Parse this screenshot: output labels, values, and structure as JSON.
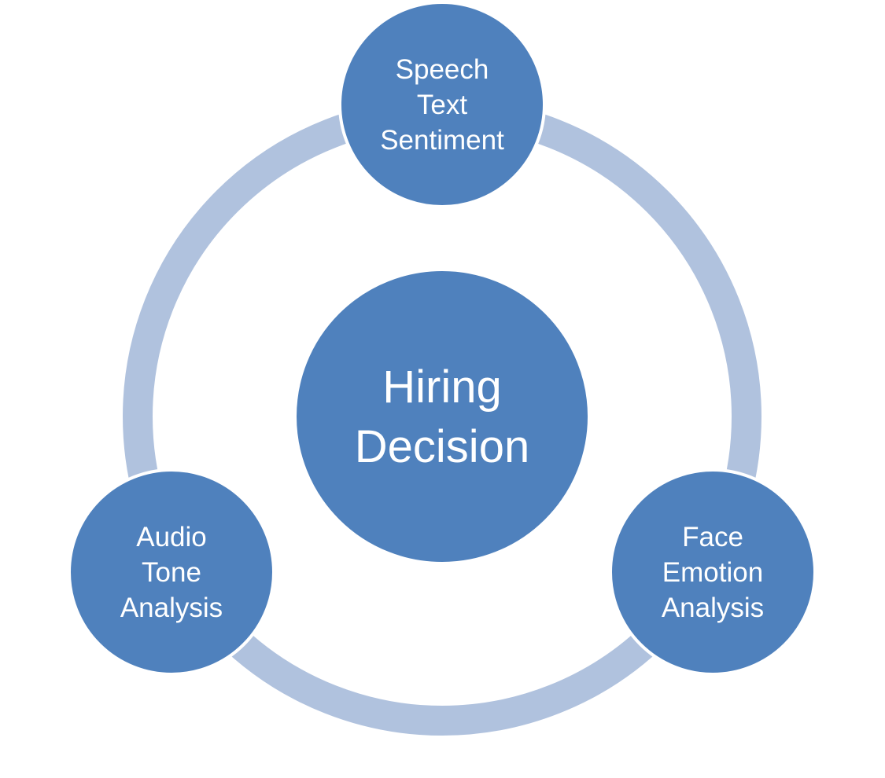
{
  "center": {
    "lines": [
      "Hiring",
      "Decision"
    ]
  },
  "nodes": [
    {
      "id": "speech-text-sentiment",
      "lines": [
        "Speech",
        "Text",
        "Sentiment"
      ]
    },
    {
      "id": "face-emotion-analysis",
      "lines": [
        "Face",
        "Emotion",
        "Analysis"
      ]
    },
    {
      "id": "audio-tone-analysis",
      "lines": [
        "Audio",
        "Tone",
        "Analysis"
      ]
    }
  ],
  "colors": {
    "node_fill": "#4f81bd",
    "ring": "#b0c2de",
    "text": "#ffffff",
    "background": "#ffffff"
  }
}
